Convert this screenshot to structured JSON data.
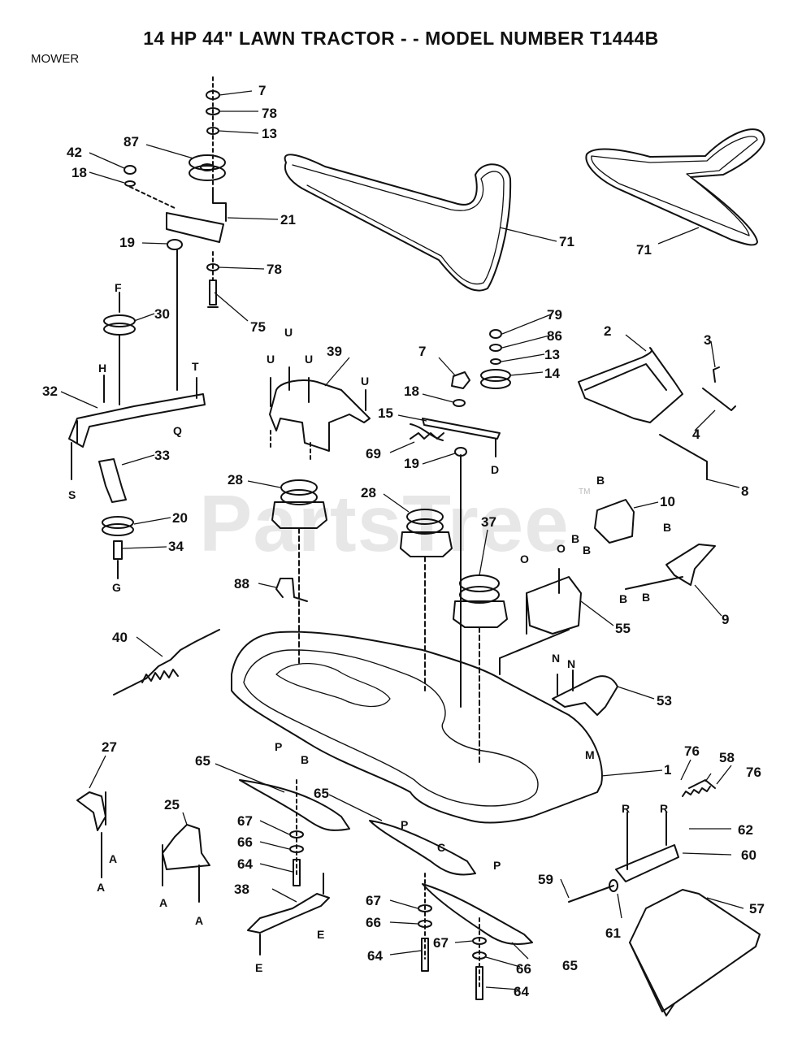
{
  "title": "14 HP 44\" LAWN TRACTOR - - MODEL NUMBER T1444B",
  "section": "MOWER",
  "watermark": "PartsTree",
  "watermark_tm": "TM",
  "callouts": {
    "c7a": "7",
    "c78a": "78",
    "c13a": "13",
    "c87": "87",
    "c42": "42",
    "c18a": "18",
    "c21": "21",
    "c19a": "19",
    "c78b": "78",
    "c75": "75",
    "c71a": "71",
    "c71b": "71",
    "c30": "30",
    "c32": "32",
    "c33": "33",
    "c20": "20",
    "c34": "34",
    "c39": "39",
    "c79": "79",
    "c86": "86",
    "c13b": "13",
    "c14": "14",
    "c7b": "7",
    "c18b": "18",
    "c15": "15",
    "c69": "69",
    "c19b": "19",
    "c2": "2",
    "c3": "3",
    "c4": "4",
    "c8": "8",
    "c28a": "28",
    "c28b": "28",
    "c37": "37",
    "c10": "10",
    "c9": "9",
    "c55": "55",
    "c88": "88",
    "c40": "40",
    "c53": "53",
    "c1": "1",
    "c27": "27",
    "c25": "25",
    "c65a": "65",
    "c65b": "65",
    "c65c": "65",
    "c67a": "67",
    "c66a": "66",
    "c64a": "64",
    "c38": "38",
    "c67b": "67",
    "c66b": "66",
    "c64b": "64",
    "c67c": "67",
    "c66c": "66",
    "c64c": "64",
    "c76a": "76",
    "c58": "58",
    "c76b": "76",
    "c62": "62",
    "c60": "60",
    "c59": "59",
    "c61": "61",
    "c57": "57"
  },
  "letters": {
    "F": "F",
    "H": "H",
    "T": "T",
    "Q": "Q",
    "S": "S",
    "G": "G",
    "U": "U",
    "D": "D",
    "B": "B",
    "O": "O",
    "N": "N",
    "M": "M",
    "P": "P",
    "C": "C",
    "A": "A",
    "E": "E",
    "R": "R"
  },
  "colors": {
    "ink": "#111111",
    "paper": "#ffffff"
  }
}
